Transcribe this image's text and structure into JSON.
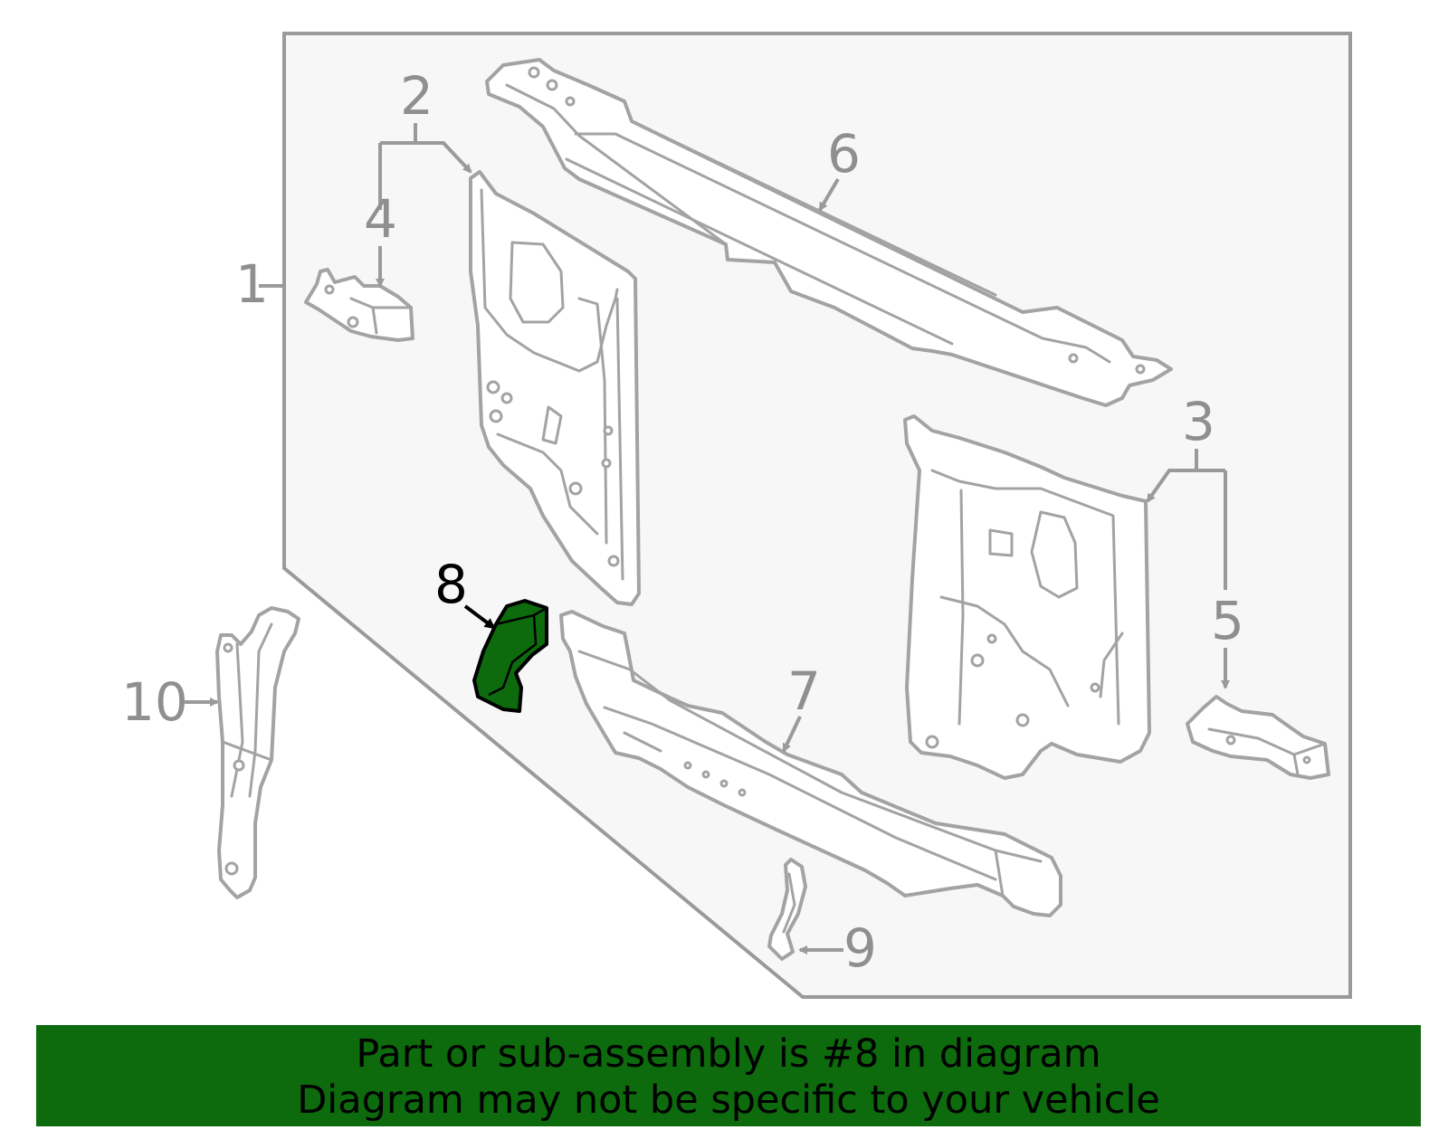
{
  "diagram": {
    "callouts": [
      {
        "id": "1",
        "label": "1"
      },
      {
        "id": "2",
        "label": "2"
      },
      {
        "id": "3",
        "label": "3"
      },
      {
        "id": "4",
        "label": "4"
      },
      {
        "id": "5",
        "label": "5"
      },
      {
        "id": "6",
        "label": "6"
      },
      {
        "id": "7",
        "label": "7"
      },
      {
        "id": "8",
        "label": "8",
        "highlighted": true
      },
      {
        "id": "9",
        "label": "9"
      },
      {
        "id": "10",
        "label": "10"
      }
    ],
    "highlight_color": "#0d6a0d",
    "line_color": "#a3a3a3"
  },
  "banner": {
    "line1": "Part or sub-assembly is #8 in diagram",
    "line2": "Diagram may not be specific to your vehicle",
    "background": "#0d6a0d"
  }
}
